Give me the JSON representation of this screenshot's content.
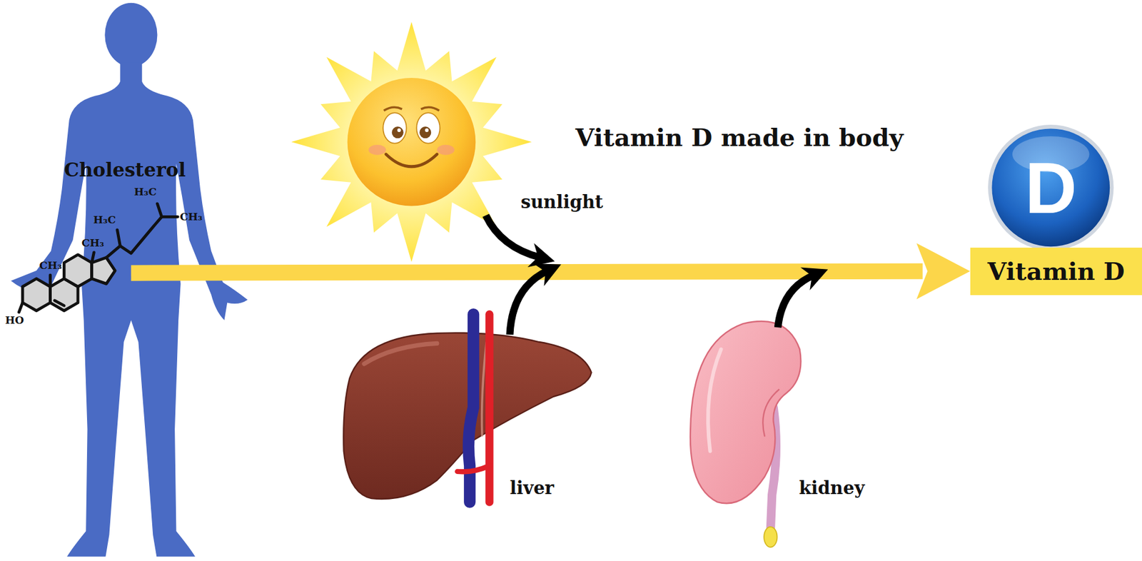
{
  "diagram": {
    "title": "Vitamin D made in body",
    "nodes": [
      {
        "text": [
          "Cholesterol"
        ]
      },
      {
        "text": [
          "D"
        ]
      },
      {
        "text": [
          "Vitamin D"
        ]
      }
    ],
    "edges": [
      {
        "from": 0,
        "to": 2,
        "arrow": "to"
      }
    ],
    "labels": [
      "H₃C",
      "CH₃",
      "H₃C",
      "CH₃",
      "CH₃",
      "HO",
      "sunlight",
      "liver",
      "kidney"
    ]
  }
}
